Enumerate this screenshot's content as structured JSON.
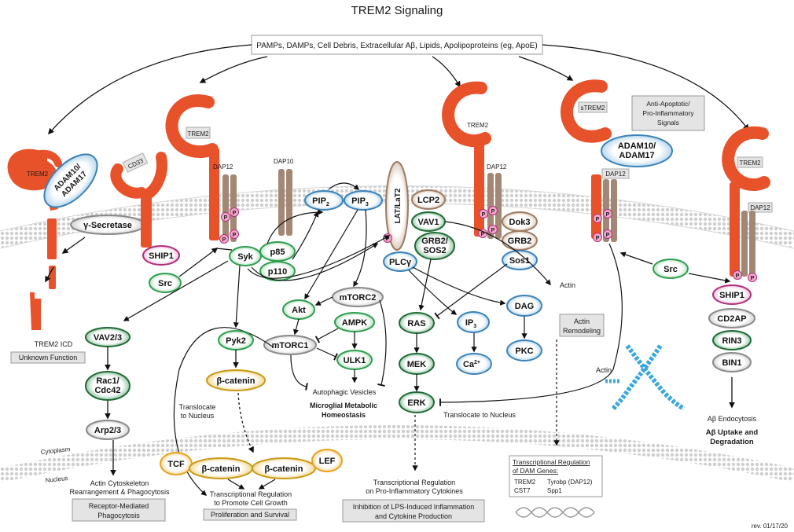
{
  "title": "TREM2 Signaling",
  "ligands": "PAMPs, DAMPs, Cell Debris, Extracellular Aβ, Lipids, Apolipoproteins (eg, ApoE)",
  "receptors": {
    "trem2": "TREM2",
    "strem2": "sTREM2",
    "cd33": "CD33",
    "dap12": "DAP12",
    "dap10": "DAP10",
    "lat": "LAT/LaT2",
    "phospho": "P"
  },
  "proteins": {
    "adam": [
      "ADAM10/",
      "ADAM17"
    ],
    "gamma_secretase": "γ-Secretase",
    "ship1": "SHIP1",
    "src": "Src",
    "syk": "Syk",
    "p85": "p85",
    "p110": "p110",
    "pip2": "PIP",
    "pip3": "PIP",
    "sub2": "2",
    "sub3": "3",
    "lcp2": "LCP2",
    "vav1": "VAV1",
    "grb2_sos2": [
      "GRB2/",
      "SOS2"
    ],
    "plcg": "PLCγ",
    "dok3": "Dok3",
    "grb2": "GRB2",
    "sos1": "Sos1",
    "akt": "Akt",
    "mtorc2": "mTORC2",
    "ampk": "AMPK",
    "mtorc1": "mTORC1",
    "ulk1": "ULK1",
    "pyk2": "Pyk2",
    "beta_catenin": "β-catenin",
    "tcf": "TCF",
    "lef": "LEF",
    "vav23": "VAV2/3",
    "rac1": [
      "Rac1/",
      "Cdc42"
    ],
    "arp23": "Arp2/3",
    "ras": "RAS",
    "mek": "MEK",
    "erk": "ERK",
    "ip3": "IP",
    "ca": "Ca",
    "ca_sup": "2+",
    "dag": "DAG",
    "pkc": "PKC",
    "cd2ap": "CD2AP",
    "rin3": "RIN3",
    "bin1": "BIN1"
  },
  "labels": {
    "trem2_icd": "TREM2 ICD",
    "unknown_function": "Unknown Function",
    "anti_apoptotic": [
      "Anti-Apoptotic/",
      "Pro-Inflammatory",
      "Signals"
    ],
    "actin": "Actin",
    "actin_remodeling": [
      "Actin",
      "Remodeling"
    ],
    "autophagic_vesicles": "Autophagic Vesicles",
    "microglial_homeostasis": [
      "Microglial Metabolic",
      "Homeostasis"
    ],
    "translocate_nucleus_left": [
      "Translocate",
      "to Nucleus"
    ],
    "translocate_nucleus": "Translocate to Nucleus",
    "cytoplasm": "Cytoplasm",
    "nucleus": "Nucleus",
    "actin_cytoskeleton": [
      "Actin Cytoskeleton",
      "Rearrangement & Phagocytosis"
    ],
    "receptor_phagocytosis": [
      "Receptor-Mediated",
      "Phagocytosis"
    ],
    "transcriptional_growth": [
      "Transcriptional Regulation",
      "to Promote Cell Growth"
    ],
    "proliferation_survival": "Proliferation and Survival",
    "transcriptional_cytokines": [
      "Transcriptional Regulation",
      "on Pro-Inflammatory Cytokines"
    ],
    "inhibition_lps": [
      "Inhibition of LPS-Induced Inflammation",
      "and Cytokine Production"
    ],
    "dam_title": [
      "Transcriptional Regulation",
      "of DAM Genes:"
    ],
    "dam_genes": [
      "TREM2",
      "CST7",
      "Tyrobp (DAP12)",
      "Spp1"
    ],
    "ab_endocytosis": "Aβ Endocytosis",
    "ab_uptake": [
      "Aβ Uptake and",
      "Degradation"
    ],
    "revision": "rev. 01/17/20"
  },
  "colors": {
    "receptor": "#e8522a",
    "dap": "#a38775",
    "membrane": "#c4c4c4",
    "green": "#2e9e4f",
    "dark_green": "#1f6b35",
    "blue": "#3b82b8",
    "pink": "#b0307e",
    "gray": "#8a8a8a",
    "gold": "#c99a14",
    "orange": "#e8a21e",
    "tan": "#9c7b62"
  }
}
